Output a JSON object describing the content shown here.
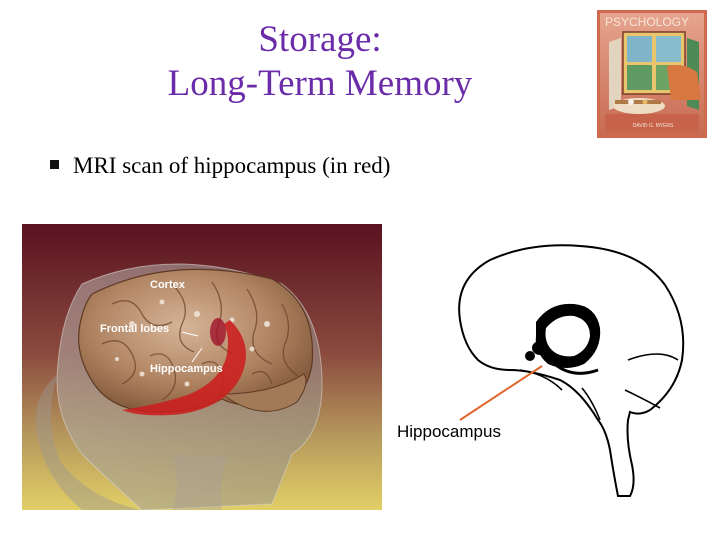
{
  "slide": {
    "title_line1": "Storage:",
    "title_line2": "Long-Term Memory",
    "bullet": "MRI scan of hippocampus (in red)"
  },
  "book_cover": {
    "title": "PSYCHOLOGY",
    "author": "DAVID G. MYERS"
  },
  "mri_image": {
    "labels": {
      "cortex": "Cortex",
      "frontal_lobes": "Frontal lobes",
      "hippocampus": "Hippocampus"
    }
  },
  "diagram": {
    "label": "Hippocampus",
    "arrow_color": "#e0662c"
  },
  "colors": {
    "title": "#6a2ca8",
    "hippocampus_red": "#cc1f1f"
  }
}
